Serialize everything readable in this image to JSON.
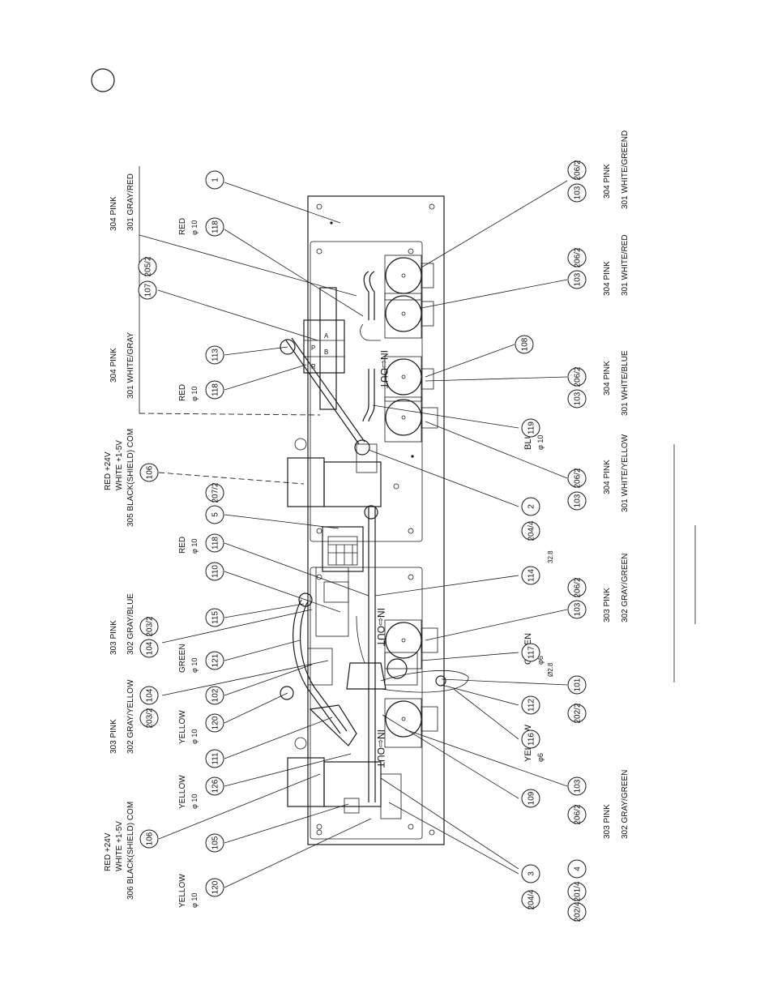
{
  "labels": {
    "c1": [
      "304 PINK",
      "301 GRAY/RED"
    ],
    "c2": [
      "RED",
      "φ 10"
    ],
    "c3": [
      "304 PINK",
      "301 WHITE/GRAY"
    ],
    "c4": [
      "RED",
      "φ 10"
    ],
    "c5": [
      "RED +24V",
      "WHITE +1-5V",
      "305 BLACK(SHIELD) COM"
    ],
    "c6": [
      "RED",
      "φ 10"
    ],
    "c7": [
      "303 PINK",
      "302 GRAY/BLUE"
    ],
    "c8": [
      "GREEN",
      "φ 10"
    ],
    "c9": [
      "303 PINK",
      "302 GRAY/YELLOW"
    ],
    "c10": [
      "YELLOW",
      "φ 10"
    ],
    "c11": [
      "YELLOW",
      "φ 10"
    ],
    "c12": [
      "RED +24V",
      "WHITE +1-5V",
      "306 BLACK(SHIELD) COM"
    ],
    "c13": [
      "YELLOW",
      "φ 10"
    ],
    "r1": [
      "304 PINK",
      "301 WHITE/GREEND"
    ],
    "r2": [
      "304 PINK",
      "301 WHITE/RED"
    ],
    "r3": [
      "304 PINK",
      "301 WHITE/BLUE"
    ],
    "r4": [
      "BLUE",
      "φ 10"
    ],
    "r5": [
      "304 PINK",
      "301 WHITE/YELLOW"
    ],
    "r6": [
      "303 PINK",
      "302 GRAY/GREEN"
    ],
    "r7": [
      "GREEN",
      "φ6"
    ],
    "r8": [
      "YELLOW",
      "φ6"
    ],
    "r9": [
      "303 PINK",
      "302 GRAY/GREEN"
    ],
    "dim1": "32.8",
    "dim2": "Ø2.8",
    "inout": "IN⇦OUT",
    "valve_marks": [
      "A",
      "B",
      "P",
      "R"
    ]
  },
  "balloons": [
    {
      "id": "b1",
      "text": "1"
    },
    {
      "id": "b118a",
      "text": "118"
    },
    {
      "id": "b107",
      "text": "107"
    },
    {
      "id": "b205",
      "text": "205/2"
    },
    {
      "id": "b113",
      "text": "113"
    },
    {
      "id": "b118b",
      "text": "118"
    },
    {
      "id": "b106a",
      "text": "106"
    },
    {
      "id": "b5",
      "text": "5"
    },
    {
      "id": "b207",
      "text": "207/2"
    },
    {
      "id": "b118c",
      "text": "118"
    },
    {
      "id": "b110",
      "text": "110"
    },
    {
      "id": "b115",
      "text": "115"
    },
    {
      "id": "b104a",
      "text": "104"
    },
    {
      "id": "b203a",
      "text": "203/2"
    },
    {
      "id": "b121",
      "text": "121"
    },
    {
      "id": "b104b",
      "text": "104"
    },
    {
      "id": "b203b",
      "text": "203/2"
    },
    {
      "id": "b102",
      "text": "102"
    },
    {
      "id": "b120a",
      "text": "120"
    },
    {
      "id": "b111",
      "text": "111"
    },
    {
      "id": "b126",
      "text": "126"
    },
    {
      "id": "b106b",
      "text": "106"
    },
    {
      "id": "b105",
      "text": "105"
    },
    {
      "id": "b120b",
      "text": "120"
    },
    {
      "id": "b103a",
      "text": "103"
    },
    {
      "id": "b206a",
      "text": "206/2"
    },
    {
      "id": "b103b",
      "text": "103"
    },
    {
      "id": "b206b",
      "text": "206/2"
    },
    {
      "id": "b108",
      "text": "108"
    },
    {
      "id": "b103c",
      "text": "103"
    },
    {
      "id": "b206c",
      "text": "206/2"
    },
    {
      "id": "b119",
      "text": "119"
    },
    {
      "id": "b103d",
      "text": "103"
    },
    {
      "id": "b206d",
      "text": "206/2"
    },
    {
      "id": "b2",
      "text": "2"
    },
    {
      "id": "b204a",
      "text": "204/4"
    },
    {
      "id": "b114",
      "text": "114"
    },
    {
      "id": "b103e",
      "text": "103"
    },
    {
      "id": "b206e",
      "text": "206/2"
    },
    {
      "id": "b117",
      "text": "117"
    },
    {
      "id": "b101",
      "text": "101"
    },
    {
      "id": "b112",
      "text": "112"
    },
    {
      "id": "b202a",
      "text": "202/2"
    },
    {
      "id": "b116",
      "text": "116"
    },
    {
      "id": "b109",
      "text": "109"
    },
    {
      "id": "b103f",
      "text": "103"
    },
    {
      "id": "b206f",
      "text": "206/2"
    },
    {
      "id": "b3",
      "text": "3"
    },
    {
      "id": "b204b",
      "text": "204/4"
    },
    {
      "id": "b4",
      "text": "4"
    },
    {
      "id": "b201",
      "text": "201/4"
    },
    {
      "id": "b202b",
      "text": "202/4"
    }
  ]
}
